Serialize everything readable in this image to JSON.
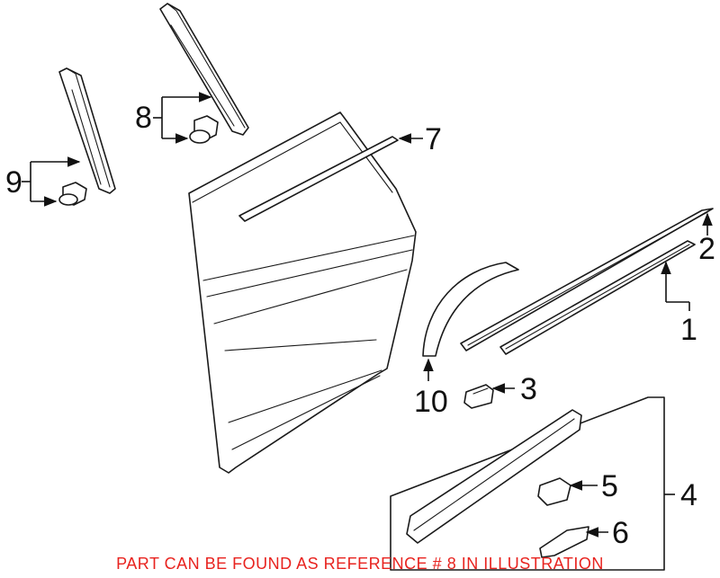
{
  "callouts": {
    "c1": "1",
    "c2": "2",
    "c3": "3",
    "c4": "4",
    "c5": "5",
    "c6": "6",
    "c7": "7",
    "c8": "8",
    "c9": "9",
    "c10": "10"
  },
  "footer": {
    "note": "PART CAN BE FOUND AS REFERENCE # 8 IN ILLUSTRATION",
    "note_color": "#e8231f"
  },
  "colors": {
    "line": "#1a1a1a",
    "background": "#ffffff"
  }
}
